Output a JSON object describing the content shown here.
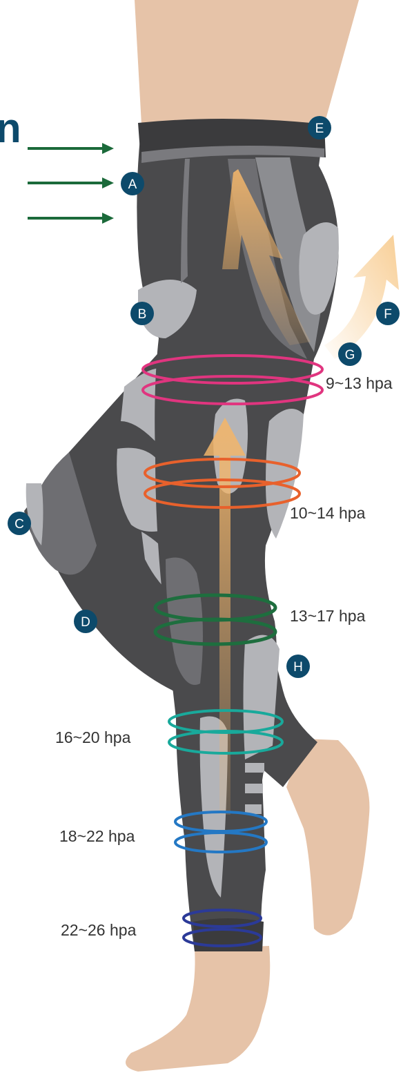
{
  "heading_fragment": "n",
  "markers": [
    {
      "id": "E",
      "label": "E"
    },
    {
      "id": "A",
      "label": "A"
    },
    {
      "id": "B",
      "label": "B"
    },
    {
      "id": "F",
      "label": "F"
    },
    {
      "id": "G",
      "label": "G"
    },
    {
      "id": "C",
      "label": "C"
    },
    {
      "id": "D",
      "label": "D"
    },
    {
      "id": "H",
      "label": "H"
    }
  ],
  "pressure_zones": [
    {
      "label": "9~13 hpa",
      "color": "#e0357f"
    },
    {
      "label": "10~14 hpa",
      "color": "#e8612c"
    },
    {
      "label": "13~17 hpa",
      "color": "#1e6e3e"
    },
    {
      "label": "16~20 hpa",
      "color": "#19a99b"
    },
    {
      "label": "18~22 hpa",
      "color": "#2478c4"
    },
    {
      "label": "22~26 hpa",
      "color": "#2b3a98"
    }
  ],
  "colors": {
    "skin": "#e6c3a8",
    "fabric_dark": "#4a4a4c",
    "fabric_mid": "#6e6e72",
    "fabric_light": "#b3b4b8",
    "marker": "#0d4a6b",
    "arrow_green": "#1b6a3a",
    "flow_arrow": "#f2b56a"
  }
}
